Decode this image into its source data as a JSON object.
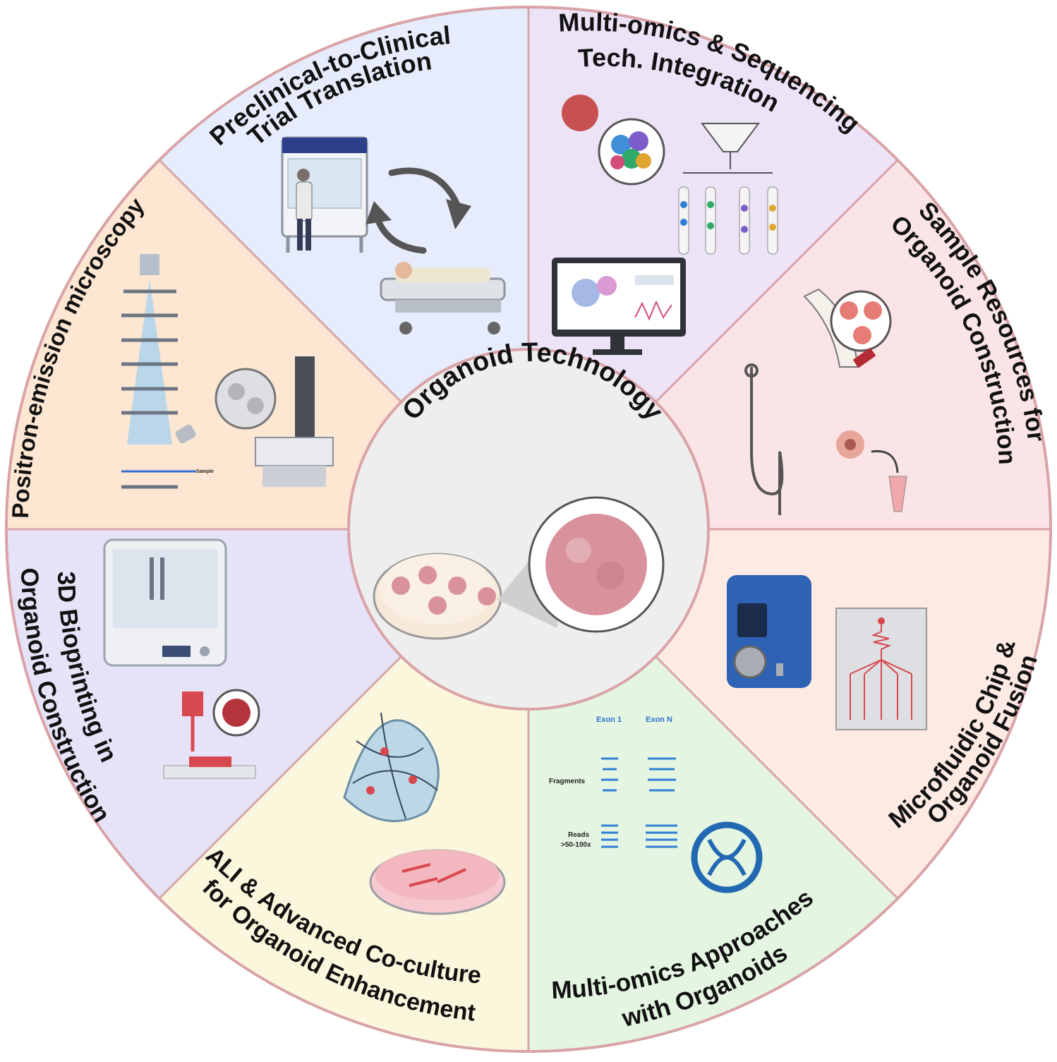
{
  "center": {
    "title": "Organoid Technology"
  },
  "segments": [
    {
      "id": "clinical",
      "lines": [
        "Preclinical-to-Clinical",
        "Trial Translation"
      ],
      "color": "#e6ecfb"
    },
    {
      "id": "multiomics-seq",
      "lines": [
        "Multi-omics & Sequencing",
        "Tech. Integration"
      ],
      "color": "#ece3f7"
    },
    {
      "id": "sample",
      "lines": [
        "Sample Resources for",
        "Organoid Construction"
      ],
      "color": "#fbe4e6"
    },
    {
      "id": "microfluidic",
      "lines": [
        "Microfluidic Chip &",
        "Organoid Fusion"
      ],
      "color": "#fdeae3"
    },
    {
      "id": "multiomics-app",
      "lines": [
        "Multi-omics Approaches",
        "with Organoids"
      ],
      "color": "#e4f6e1"
    },
    {
      "id": "ali",
      "lines": [
        "ALI & Advanced Co-culture",
        "for Organoid Enhancement"
      ],
      "color": "#fbf7dd"
    },
    {
      "id": "bioprinting",
      "lines": [
        "3D Bioprinting in",
        "Organoid Construction"
      ],
      "color": "#e6e3f8"
    },
    {
      "id": "microscopy",
      "lines": [
        "Positron-emission microscopy"
      ],
      "color": "#fde6d2"
    }
  ],
  "labels": {
    "sample": "Sample",
    "exon1": "Exon 1",
    "exonN": "Exon N",
    "fragments": "Fragments",
    "reads": "Reads",
    "reads_cov": ">50-100x"
  },
  "colors": {
    "ring_border": "#d9a3a7",
    "center_bg": "#eeeeee",
    "organoid": "#d9929c",
    "accent_red": "#d8484f",
    "accent_blue": "#2f7fd6"
  }
}
